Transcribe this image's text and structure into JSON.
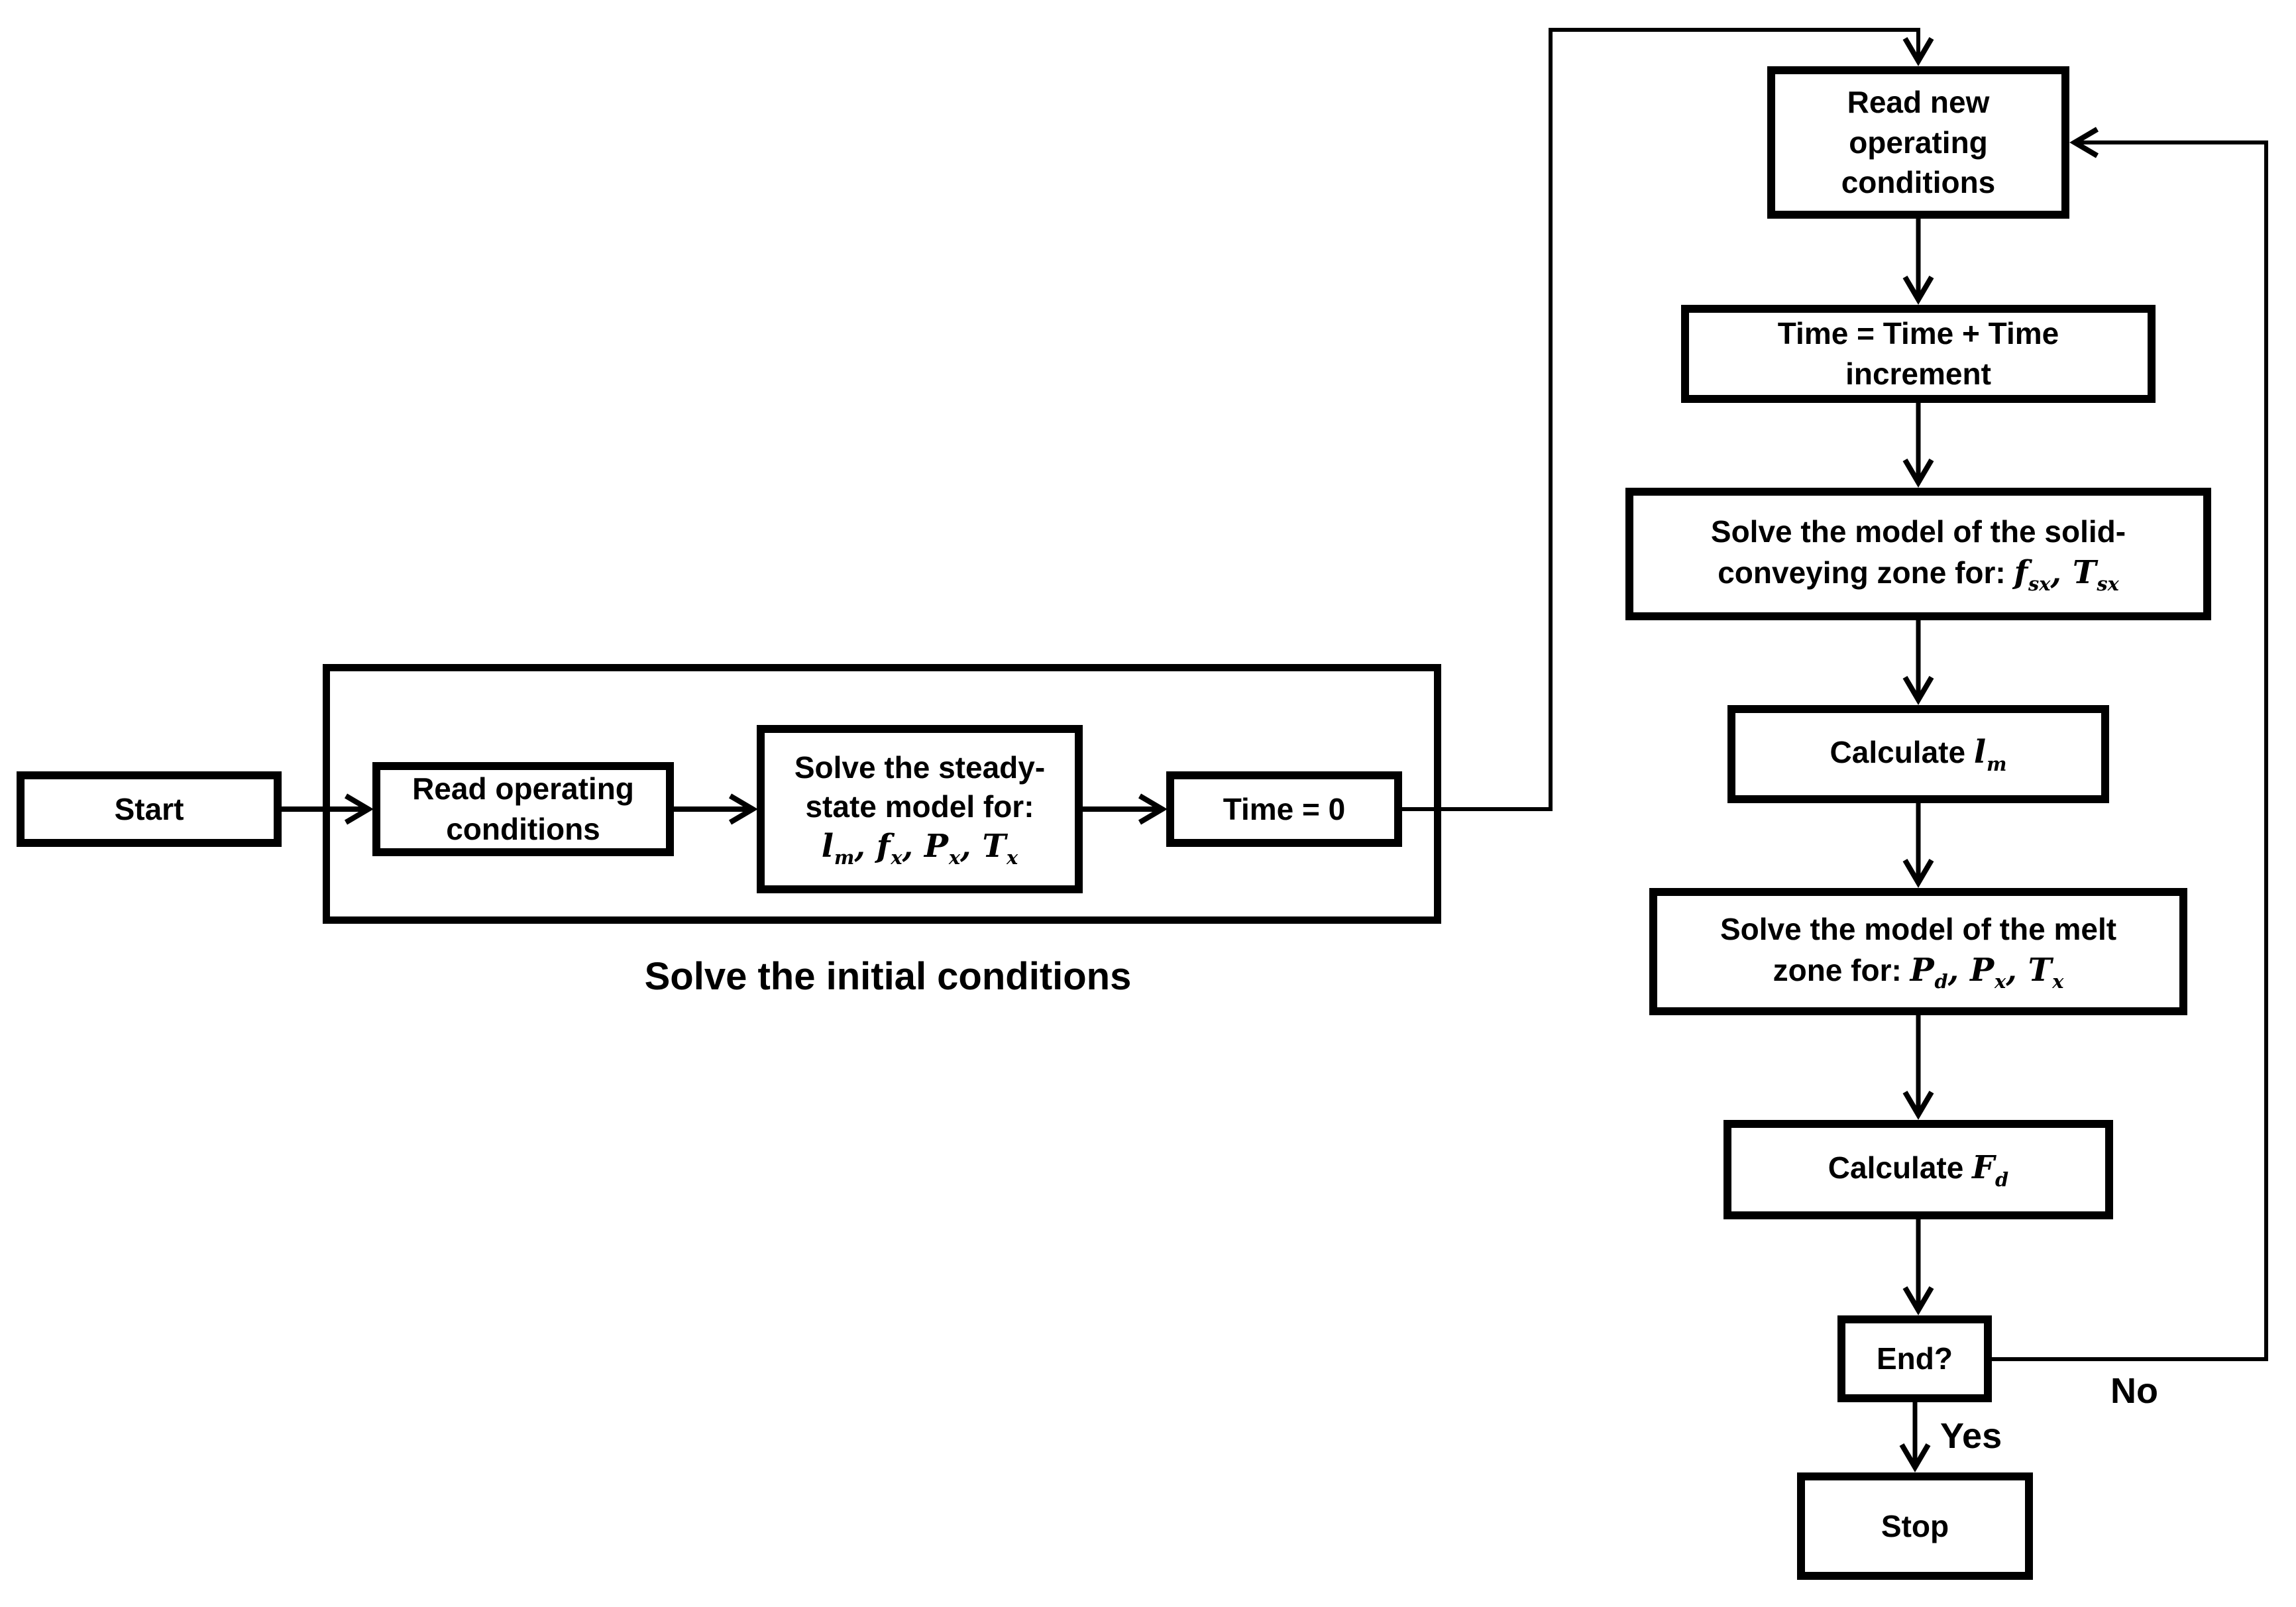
{
  "diagram": {
    "background": "#ffffff",
    "line_color": "#000000",
    "caption": "Solve the initial conditions",
    "nodes": {
      "start": {
        "label": "Start"
      },
      "read_operating": {
        "lines": [
          "Read operating",
          "conditions"
        ]
      },
      "steady_state": {
        "lines": [
          "Solve the steady-",
          "state model for:"
        ],
        "math": [
          {
            "base": "l",
            "sub": "m"
          },
          {
            "base": "f",
            "sub": "x"
          },
          {
            "base": "P",
            "sub": "x"
          },
          {
            "base": "T",
            "sub": "x"
          }
        ]
      },
      "time_zero": {
        "label": "Time = 0"
      },
      "read_new": {
        "lines": [
          "Read new",
          "operating",
          "conditions"
        ]
      },
      "time_increment": {
        "lines": [
          "Time = Time + Time",
          "increment"
        ]
      },
      "solid_zone": {
        "line1": "Solve the model of the solid-",
        "line2": "conveying zone for: ",
        "math": [
          {
            "base": "f",
            "sub": "sx"
          },
          {
            "base": "T",
            "sub": "sx"
          }
        ]
      },
      "calc_lm": {
        "text": "Calculate ",
        "math": [
          {
            "base": "l",
            "sub": "m"
          }
        ]
      },
      "melt_zone": {
        "line1": "Solve the model of the melt",
        "line2": "zone for: ",
        "math": [
          {
            "base": "P",
            "sub": "d"
          },
          {
            "base": "P",
            "sub": "x"
          },
          {
            "base": "T",
            "sub": "x"
          }
        ]
      },
      "calc_fd": {
        "text": "Calculate ",
        "math": [
          {
            "base": "F",
            "sub": "d"
          }
        ]
      },
      "end": {
        "label": "End?"
      },
      "stop": {
        "label": "Stop"
      }
    },
    "edge_labels": {
      "yes": "Yes",
      "no": "No"
    }
  }
}
